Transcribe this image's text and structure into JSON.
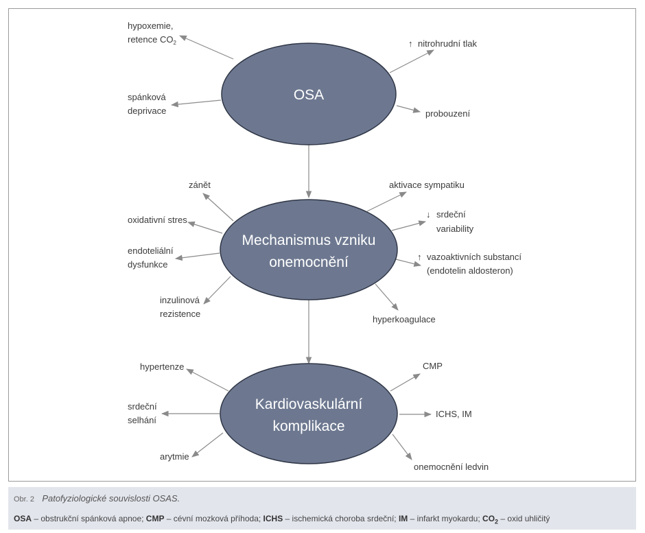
{
  "diagram": {
    "nodes": {
      "osa": [
        "OSA"
      ],
      "mechanism": [
        "Mechanismus vzniku",
        "onemocnění"
      ],
      "complications": [
        "Kardiovaskulární",
        "komplikace"
      ]
    },
    "osa_effects": {
      "hypoxemia": [
        "hypoxemie,",
        "retence CO",
        "2"
      ],
      "sleep_deprivation": [
        "spánková",
        "deprivace"
      ],
      "intrathoracic_pressure": [
        "↑",
        "nitrohrudní tlak"
      ],
      "arousal": [
        "probouzení"
      ]
    },
    "mechanisms": {
      "inflammation": [
        "zánět"
      ],
      "oxidative_stress": [
        "oxidativní stres"
      ],
      "endothelial_dysfunction": [
        "endoteliální",
        "dysfunkce"
      ],
      "insulin_resistance": [
        "inzulinová",
        "rezistence"
      ],
      "sympathetic_activation": [
        "aktivace sympatiku"
      ],
      "heart_variability": [
        "↓",
        "srdeční",
        "variability"
      ],
      "vasoactive_substances": [
        "↑",
        "vazoaktivních substancí",
        "(endotelin aldosteron)"
      ],
      "hypercoagulation": [
        "hyperkoagulace"
      ]
    },
    "complications": {
      "hypertension": [
        "hypertenze"
      ],
      "heart_failure": [
        "srdeční",
        "selhání"
      ],
      "arrhythmia": [
        "arytmie"
      ],
      "cmp": [
        "CMP"
      ],
      "ichs_im": [
        "ICHS, IM"
      ],
      "kidney_disease": [
        "onemocnění ledvin"
      ]
    }
  },
  "caption": {
    "label": "Obr. 2",
    "title": "Patofyziologické souvislosti OSAS.",
    "legend": {
      "osa_abbr": "OSA",
      "osa_text": " – obstrukční spánková apnoe; ",
      "cmp_abbr": "CMP",
      "cmp_text": " – cévní mozková příhoda; ",
      "ichs_abbr": "ICHS",
      "ichs_text": " – ischemická choroba srdeční; ",
      "im_abbr": "IM",
      "im_text": " – infarkt myokardu; ",
      "co2_abbr": "CO",
      "co2_sub": "2",
      "co2_text": " – oxid uhličitý"
    }
  },
  "colors": {
    "ellipse_fill": "#6d7890",
    "ellipse_stroke": "#2e3545",
    "arrow": "#8a8a8a",
    "caption_bg": "#e2e5ec"
  }
}
